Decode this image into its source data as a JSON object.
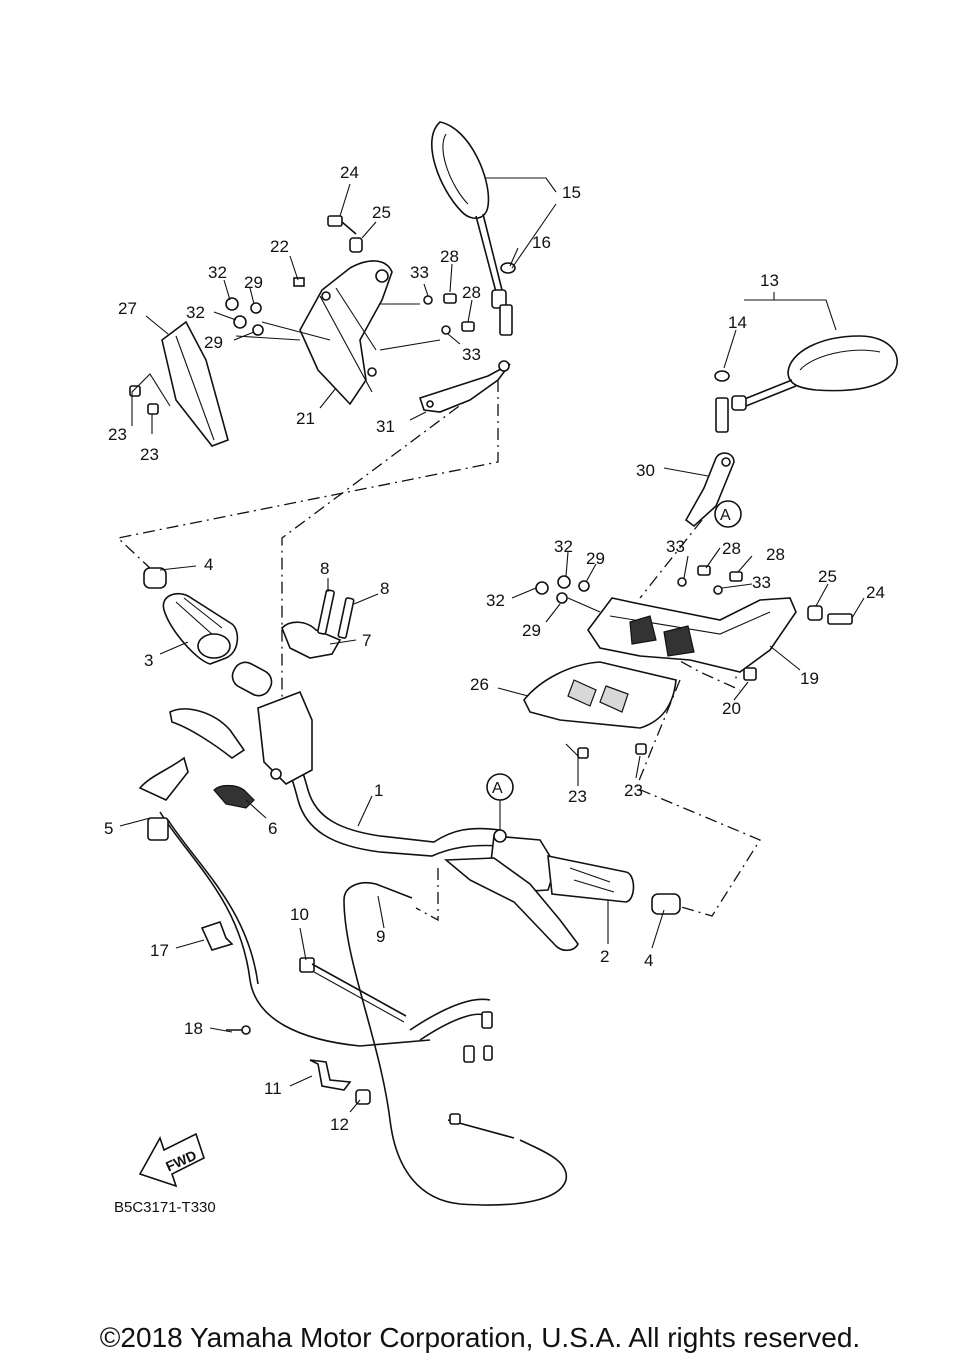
{
  "diagram": {
    "code": "B5C3171-T330",
    "fwd_label": "FWD",
    "ref_marker": "A",
    "callouts": {
      "c1": "1",
      "c2": "2",
      "c3": "3",
      "c4a": "4",
      "c4b": "4",
      "c5": "5",
      "c6": "6",
      "c7": "7",
      "c8a": "8",
      "c8b": "8",
      "c9": "9",
      "c10": "10",
      "c11": "11",
      "c12": "12",
      "c13": "13",
      "c14": "14",
      "c15": "15",
      "c16": "16",
      "c17": "17",
      "c18": "18",
      "c19": "19",
      "c20": "20",
      "c21": "21",
      "c22": "22",
      "c23a": "23",
      "c23b": "23",
      "c23c": "23",
      "c23d": "23",
      "c24a": "24",
      "c24b": "24",
      "c25a": "25",
      "c25b": "25",
      "c26": "26",
      "c27": "27",
      "c28a": "28",
      "c28b": "28",
      "c28c": "28",
      "c28d": "28",
      "c29a": "29",
      "c29b": "29",
      "c29c": "29",
      "c29d": "29",
      "c30": "30",
      "c31": "31",
      "c32a": "32",
      "c32b": "32",
      "c32c": "32",
      "c32d": "32",
      "c33a": "33",
      "c33b": "33",
      "c33c": "33",
      "c33d": "33"
    }
  },
  "footer": {
    "copyright": "©2018 Yamaha Motor Corporation, U.S.A. All rights reserved."
  }
}
